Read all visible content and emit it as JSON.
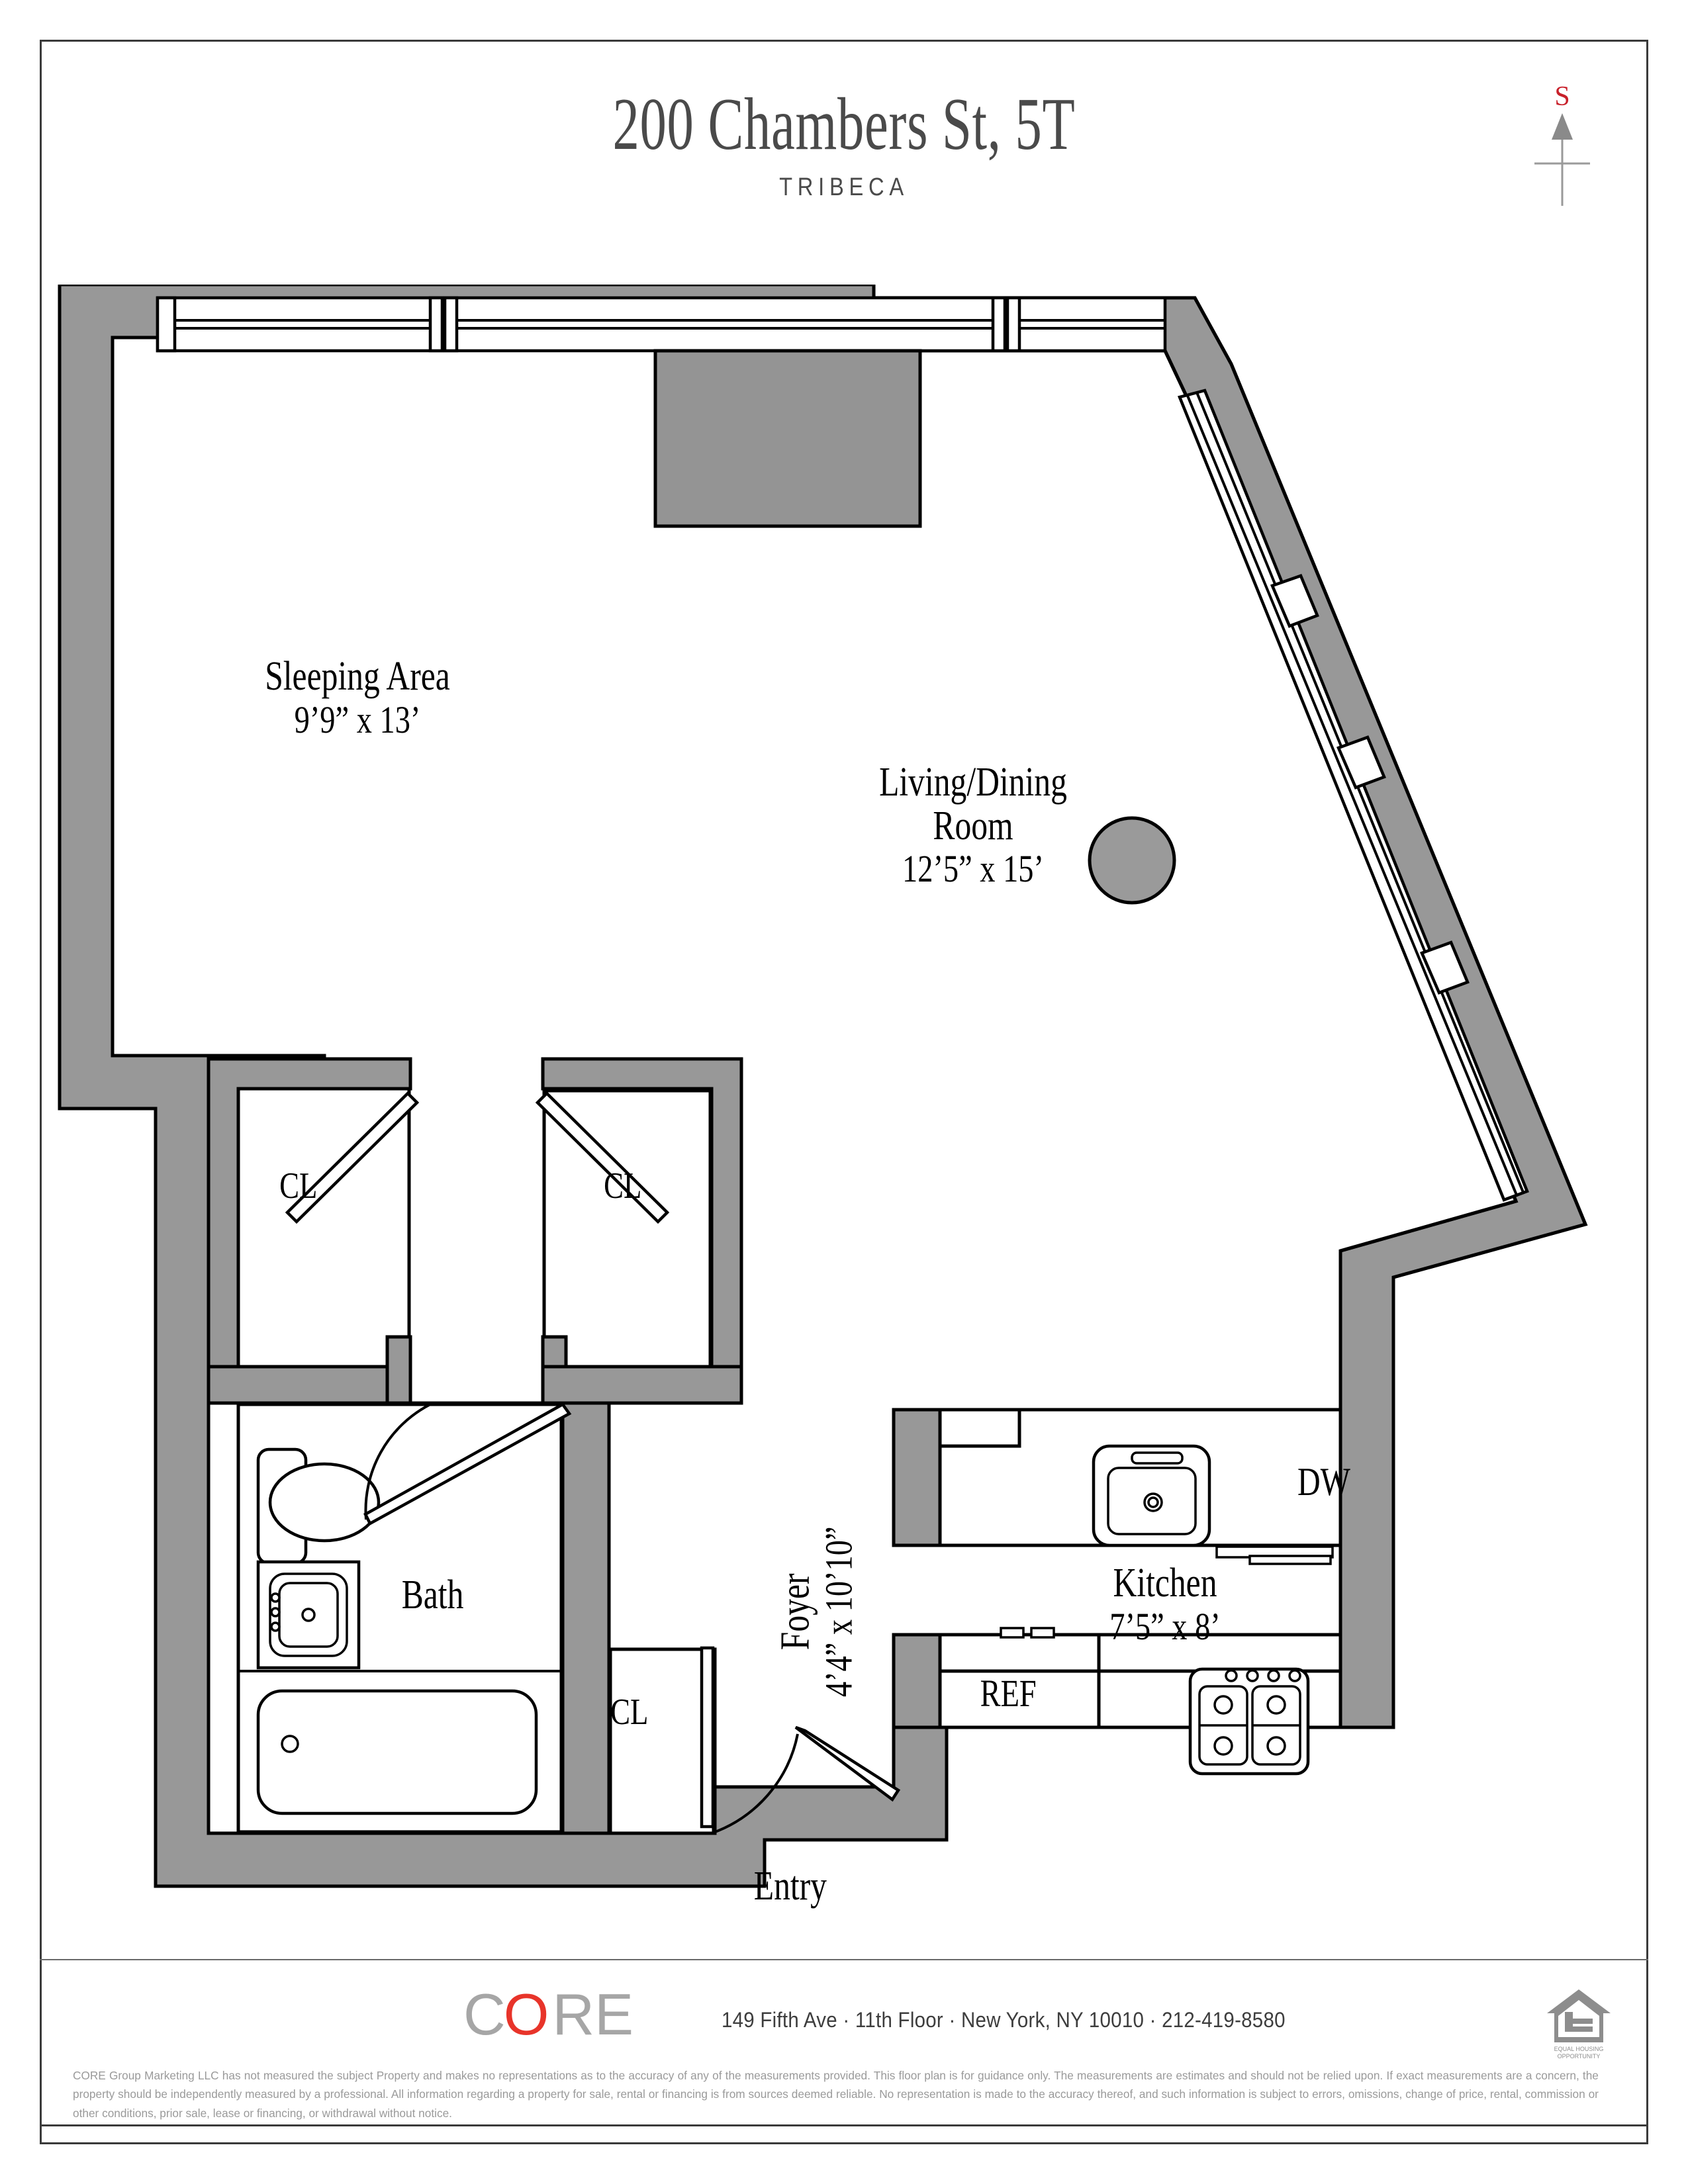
{
  "header": {
    "title": "200 Chambers St, 5T",
    "subtitle": "TRIBECA"
  },
  "compass": {
    "label": "S",
    "label_color": "#c8202a",
    "needle_color": "#8a8a8a"
  },
  "floorplan": {
    "rooms": [
      {
        "id": "sleeping",
        "name": "Sleeping Area",
        "dimensions": "9’9” x 13’"
      },
      {
        "id": "living_dining",
        "name": "Living/Dining\nRoom",
        "dimensions": "12’5” x 15’"
      },
      {
        "id": "kitchen",
        "name": "Kitchen",
        "dimensions": "7’5” x 8’"
      },
      {
        "id": "foyer",
        "name": "Foyer",
        "dimensions": "4’4” x 10’10”"
      },
      {
        "id": "bath",
        "name": "Bath",
        "dimensions": ""
      }
    ],
    "room_names": {
      "sleeping": "Sleeping Area",
      "living_line1": "Living/Dining",
      "living_line2": "Room",
      "kitchen": "Kitchen",
      "foyer": "Foyer",
      "bath": "Bath"
    },
    "room_dims": {
      "sleeping": "9’9” x 13’",
      "living": "12’5” x 15’",
      "kitchen": "7’5” x 8’",
      "foyer": "4’4” x 10’10”"
    },
    "tags": {
      "closet_1": "CL",
      "closet_2": "CL",
      "closet_3": "CL",
      "dishwasher": "DW",
      "refrigerator": "REF",
      "entry": "Entry"
    },
    "colors": {
      "wall_fill": "#989898",
      "wall_stroke": "#000000",
      "interior_fill": "#ffffff",
      "column_fill": "#9a9a9a",
      "radiator_fill": "#949494"
    }
  },
  "footer": {
    "brand": {
      "c": "C",
      "o": "O",
      "re": "RE"
    },
    "brand_gray": "#a6a6a6",
    "brand_red": "#e8342a",
    "address": "149 Fifth Ave · 11th Floor · New York, NY 10010 · 212-419-8580",
    "eho_line1": "EQUAL HOUSING",
    "eho_line2": "OPPORTUNITY",
    "disclaimer": "CORE Group Marketing LLC has not measured the subject Property and makes no representations as to the accuracy of any of the measurements provided. This floor plan is for guidance only. The measurements are estimates and should not be relied upon. If exact measurements are a concern, the property should be independently measured by a professional. All information regarding a property for sale, rental or financing is from sources deemed reliable. No representation is made to the accuracy thereof, and such information is subject to errors, omissions, change of price, rental, commission or other conditions, prior sale, lease or financing, or withdrawal without notice."
  }
}
